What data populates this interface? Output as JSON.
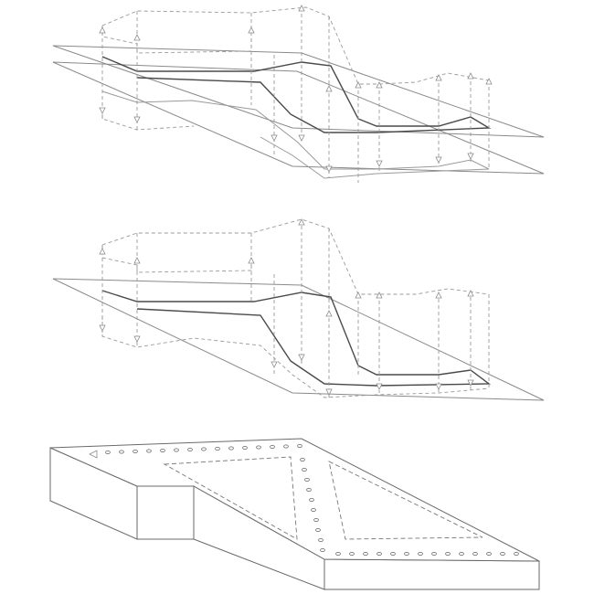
{
  "diagram": {
    "panels": [
      {
        "id": "top",
        "description_key": "layered-offset-planes"
      },
      {
        "id": "middle",
        "description_key": "single-offset-plane"
      },
      {
        "id": "bottom",
        "description_key": "solid-block-with-pin-holes"
      }
    ],
    "colors": {
      "background": "#ffffff",
      "line": "#6a6a6a",
      "outline": "#4a4a4a",
      "dashed": "#9a9a9a"
    }
  }
}
